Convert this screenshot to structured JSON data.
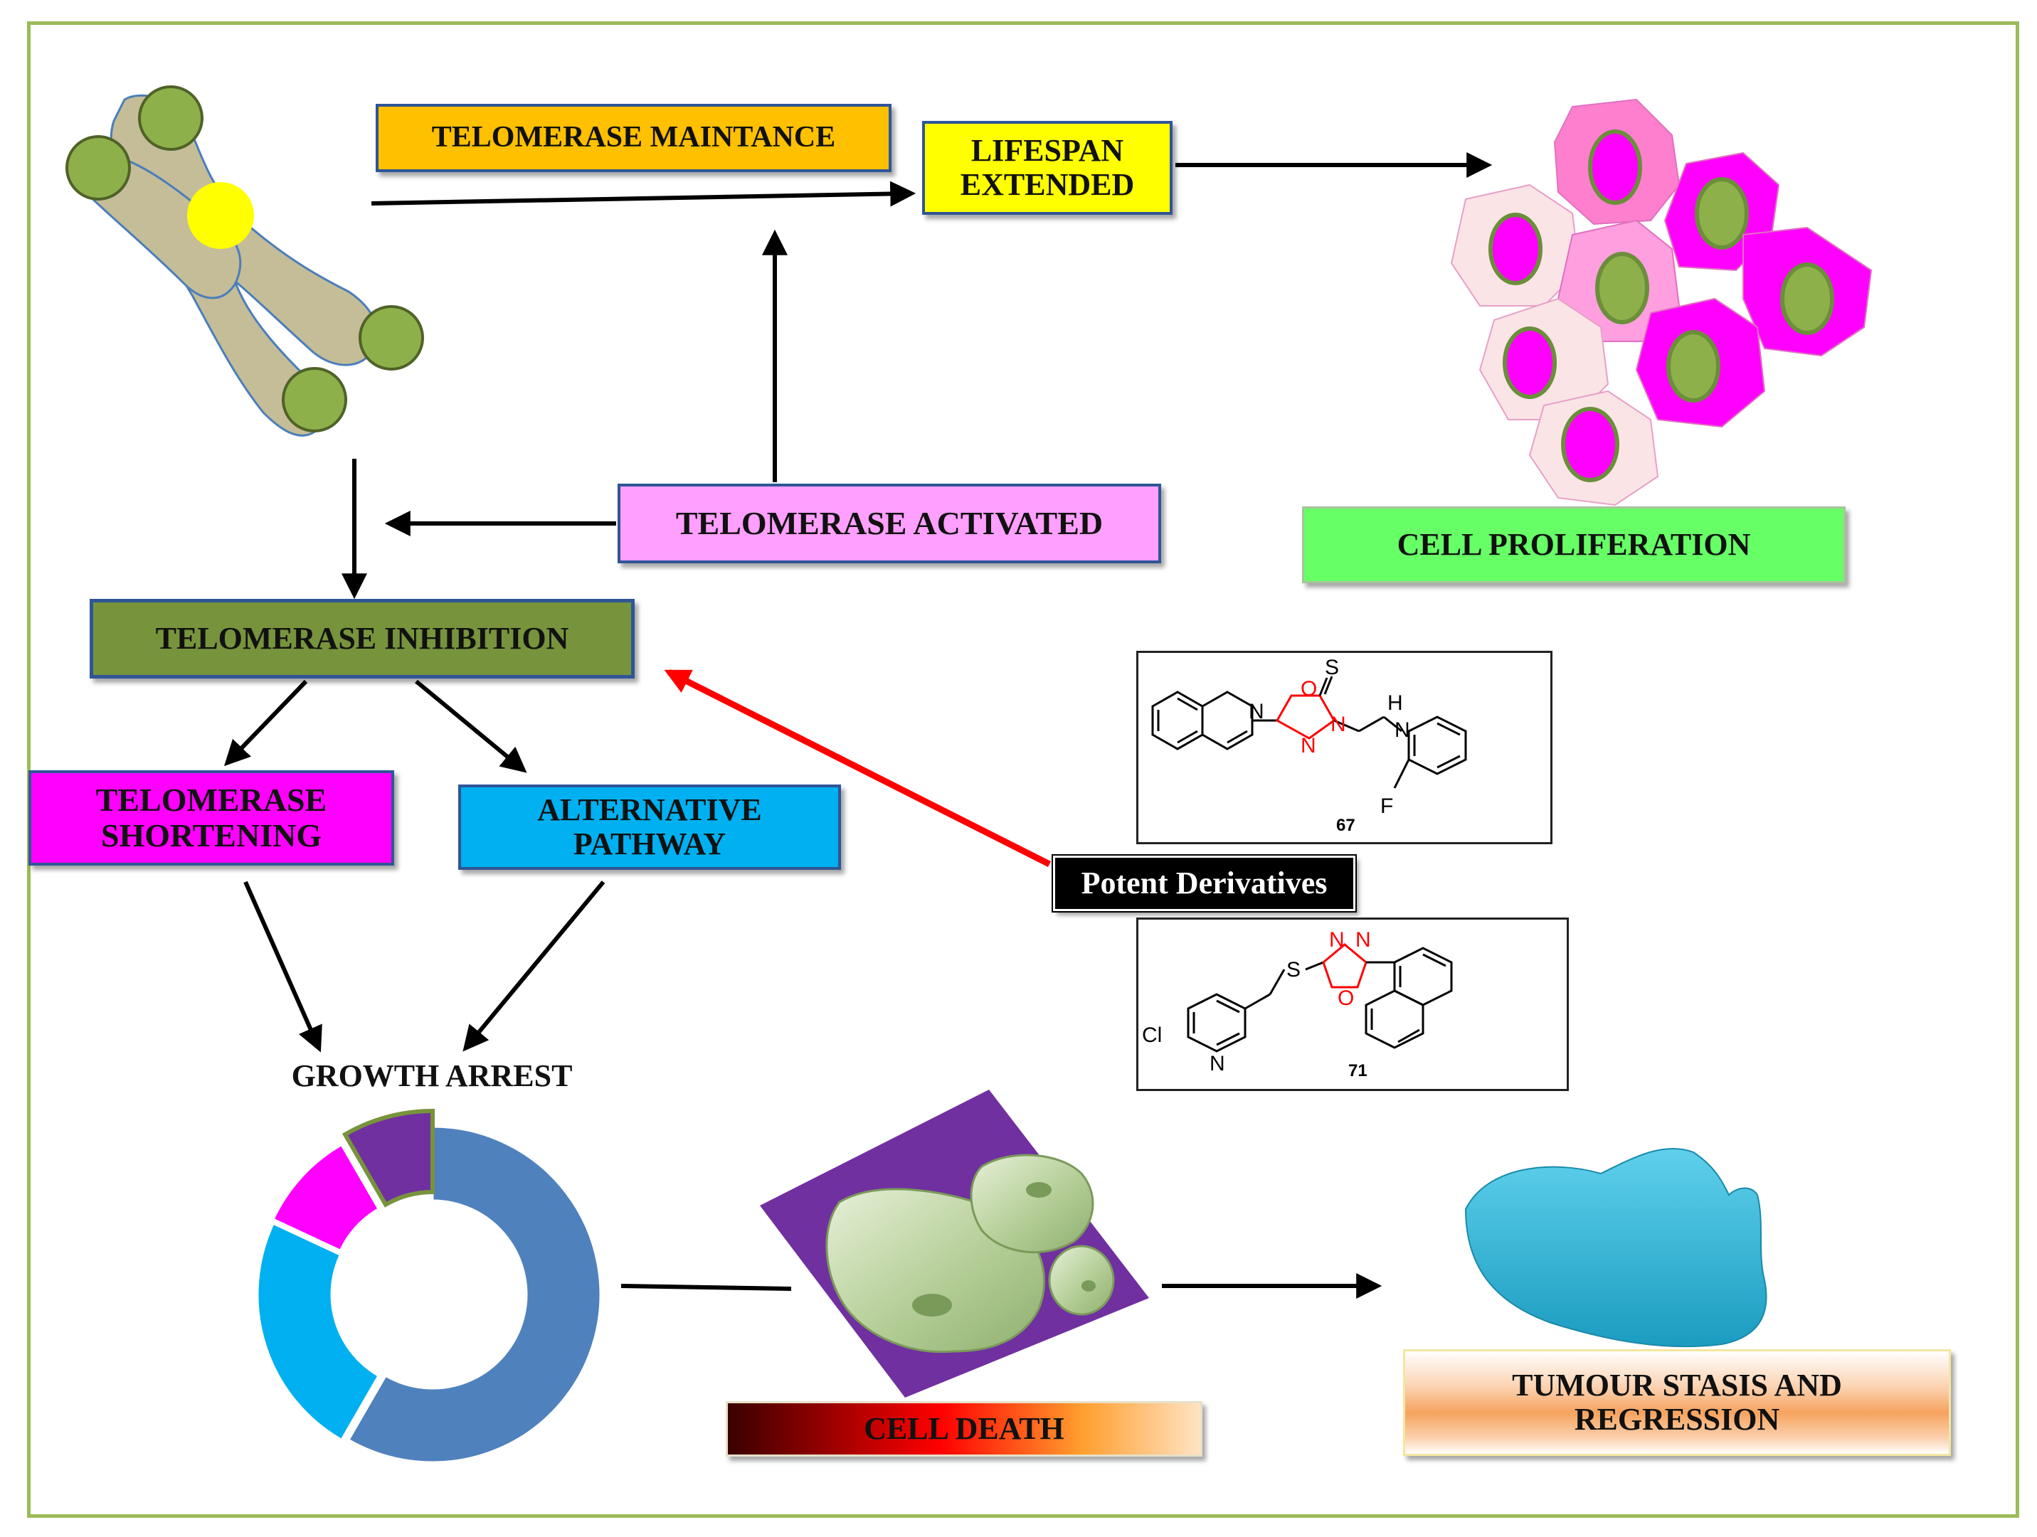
{
  "labels": {
    "telomerase_maintance": "TELOMERASE MAINTANCE",
    "lifespan_line1": "LIFESPAN",
    "lifespan_line2": "EXTENDED",
    "telomerase_activated": "TELOMERASE ACTIVATED",
    "cell_proliferation": "CELL PROLIFERATION",
    "telomerase_inhibition": "TELOMERASE INHIBITION",
    "shortening_line1": "TELOMERASE",
    "shortening_line2": "SHORTENING",
    "alternative_line1": "ALTERNATIVE",
    "alternative_line2": "PATHWAY",
    "potent_derivatives": "Potent Derivatives",
    "growth_arrest": "GROWTH  ARREST",
    "cell_death": "CELL  DEATH",
    "tumour_line1": "TUMOUR STASIS AND",
    "tumour_line2": "REGRESSION"
  },
  "structures": {
    "compound_67": {
      "number": "67",
      "atoms": {
        "ring_n": "N",
        "o": "O",
        "s": "S",
        "n1": "N",
        "n2": "N",
        "nh_n": "N",
        "nh_h": "H",
        "f": "F"
      }
    },
    "compound_71": {
      "number": "71",
      "atoms": {
        "cl": "Cl",
        "ring_n": "N",
        "s": "S",
        "n1": "N",
        "n2": "N",
        "o": "O"
      }
    }
  },
  "colors": {
    "frame": "#9bbb59",
    "chromosome": "#c4bd97",
    "telomere": "#8db04a",
    "centromere": "#ffff00",
    "potent_arrow": "#ff0000",
    "heteroatom": "#ff0000",
    "donut_blue": "#4f81bd",
    "donut_cyan": "#00b0f0",
    "donut_magenta": "#ff00ff",
    "donut_purple": "#7030a0",
    "tumour": "#31b5d6"
  }
}
